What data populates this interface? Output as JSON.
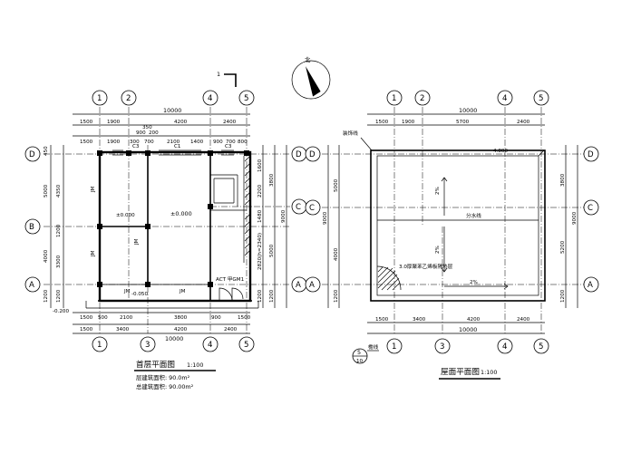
{
  "north_label": "北",
  "section_mark": "1",
  "ground_plan": {
    "title": "首层平面图",
    "scale": "1:100",
    "area_lines": [
      "层建筑面积: 90.0m²",
      "总建筑面积: 90.00m²"
    ],
    "axis_top": [
      "1",
      "2",
      "4",
      "5"
    ],
    "axis_bottom": [
      "1",
      "3",
      "4",
      "5"
    ],
    "axis_side": [
      "D",
      "C",
      "B",
      "A"
    ],
    "dims_top_total": "10000",
    "dims_top_row1": [
      "1500",
      "1900",
      "4200",
      "2400"
    ],
    "dims_top_row1b": [
      "350",
      "900",
      "200"
    ],
    "dims_top_row2": [
      "1500",
      "1900",
      "300",
      "700",
      "2100",
      "1400",
      "900",
      "700",
      "800"
    ],
    "dims_bottom_row1": [
      "1500",
      "500",
      "2100",
      "3800",
      "900",
      "1500"
    ],
    "dims_bottom_row2": [
      "1500",
      "3400",
      "4200",
      "2400"
    ],
    "dims_bottom_total": "10000",
    "dims_left_outer": [
      "450",
      "5000",
      "4000",
      "1200"
    ],
    "dims_left_inner": [
      "4350",
      "1200",
      "3300",
      "1200"
    ],
    "dims_right_inner": [
      "1600",
      "2200",
      "1480",
      "2820(h=2340)",
      "1200"
    ],
    "dims_right_outer": [
      "3800",
      "5000",
      "1200"
    ],
    "dims_right_total": "9000",
    "windows": [
      "C3",
      "C1",
      "C3"
    ],
    "room_labels": [
      "JM",
      "JM",
      "JM",
      "JM",
      "JM"
    ],
    "levels": [
      "±0.000",
      "±0.000",
      "-0.050",
      "-0.200"
    ],
    "door_label": "ACT 甲GM1"
  },
  "roof_plan": {
    "title": "屋面平面图",
    "scale": "1:100",
    "axis_top": [
      "1",
      "2",
      "4",
      "5"
    ],
    "axis_bottom": [
      "1",
      "3",
      "4",
      "5"
    ],
    "axis_side": [
      "D",
      "C",
      "A"
    ],
    "dims_top_total": "10000",
    "dims_top_row": [
      "1500",
      "1900",
      "5700",
      "2400"
    ],
    "dims_bottom_row": [
      "1500",
      "3400",
      "4200",
      "2400"
    ],
    "dims_bottom_total": "10000",
    "dims_left": [
      "5000",
      "4000",
      "1200"
    ],
    "dims_left_total": "9000",
    "dims_right": [
      "3800",
      "5200",
      "1200"
    ],
    "dims_right_total": "9000",
    "notes": [
      "装饰线",
      "4.800",
      "分水线",
      "2%",
      "2%",
      "2%",
      "3.0厚聚苯乙烯板隔热层"
    ],
    "detail_mark": "5",
    "detail_sub": "10",
    "detail_note": "檐线"
  }
}
